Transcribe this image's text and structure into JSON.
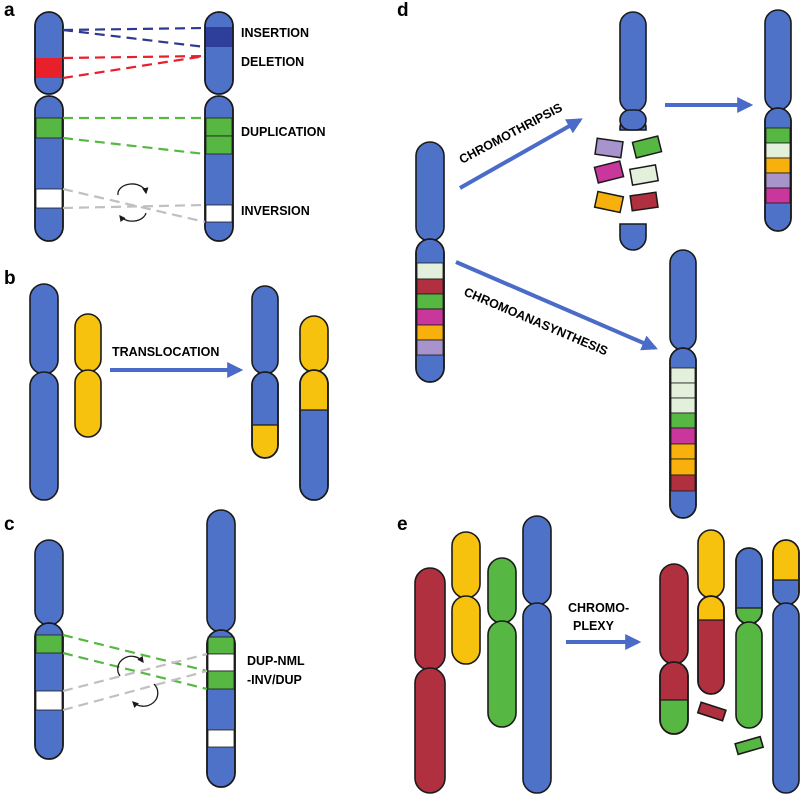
{
  "colors": {
    "blue": "#4f72c9",
    "yellow": "#f7c20e",
    "red_chromosome": "#b0303f",
    "green": "#56b842",
    "light_green": "#e3f0dc",
    "magenta": "#c9369c",
    "orange": "#f8b10c",
    "lavender": "#a894cc",
    "deletion_red": "#e8202c",
    "insertion_blue": "#2e3f9b",
    "dark_blue_line": "#2e3a8f",
    "white": "#ffffff",
    "grey_line": "#c0c0c0",
    "arrow": "#4a6cc8"
  },
  "panels": {
    "a": {
      "letter": "a",
      "labels": {
        "insertion": "INSERTION",
        "deletion": "DELETION",
        "duplication": "DUPLICATION",
        "inversion": "INVERSION"
      }
    },
    "b": {
      "letter": "b",
      "arrow_label": "TRANSLOCATION"
    },
    "c": {
      "letter": "c",
      "label_line1": "DUP-NML",
      "label_line2": "-INV/DUP"
    },
    "d": {
      "letter": "d",
      "label_chromothripsis": "CHROMOTHRIPSIS",
      "label_chromoanasynthesis": "CHROMOANASYNTHESIS"
    },
    "e": {
      "letter": "e",
      "label_line1": "CHROMO-",
      "label_line2": "PLEXY"
    }
  },
  "icons": [
    "rotation-arrows-icon",
    "arrow-icon"
  ]
}
